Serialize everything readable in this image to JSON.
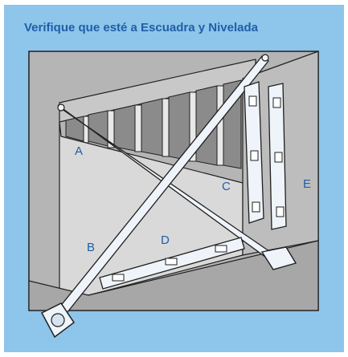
{
  "header": {
    "title": "Verifique que esté a Escuadra y Nivelada"
  },
  "labels": {
    "a": "A",
    "b": "B",
    "c": "C",
    "d": "D",
    "e": "E"
  },
  "colors": {
    "background": "#8ec5ea",
    "title": "#1f5fa8",
    "wall_dark": "#b5b5b5",
    "wall_light": "#d9d9d9",
    "tool_fill": "#eef4fa",
    "outline": "#1f1f1f"
  }
}
